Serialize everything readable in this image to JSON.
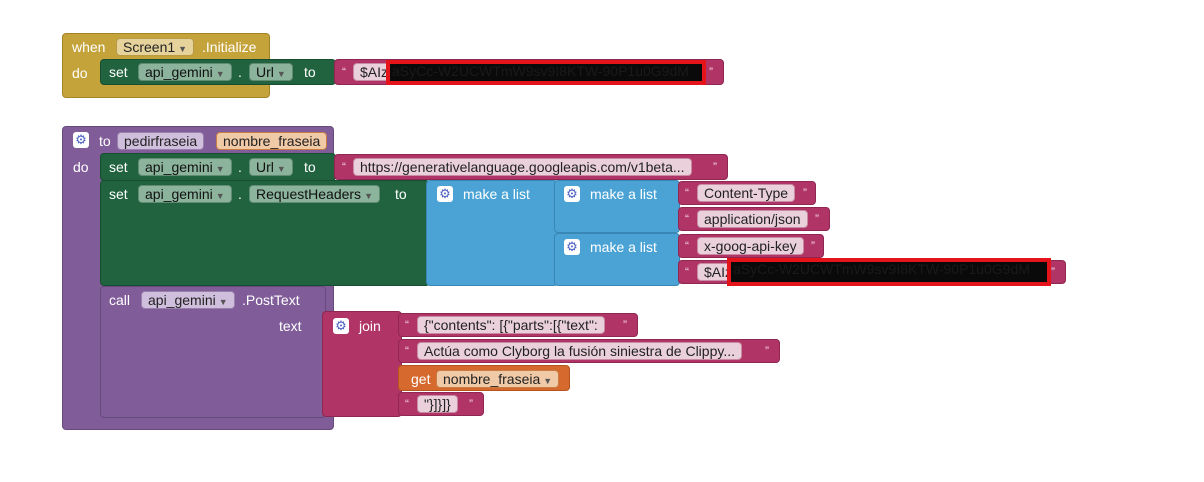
{
  "initialize_event": {
    "when": "when",
    "component": "Screen1",
    "event": ".Initialize",
    "do": "do",
    "set": "set",
    "web_component": "api_gemini",
    "dot": ".",
    "property": "Url",
    "to": "to",
    "api_key_prefix": "$AIz",
    "api_key_redacted": "aSyCc-W2UCWTmW9sv9I8KTW-90P1u0G9dM"
  },
  "procedure": {
    "to": "to",
    "name": "pedirfraseia",
    "param": "nombre_fraseia",
    "do": "do",
    "set_url": {
      "set": "set",
      "component": "api_gemini",
      "dot": ".",
      "property": "Url",
      "to": "to",
      "value": "https://generativelanguage.googleapis.com/v1beta..."
    },
    "set_headers": {
      "set": "set",
      "component": "api_gemini",
      "dot": ".",
      "property": "RequestHeaders",
      "to": "to",
      "make_a_list": "make a list",
      "pair1_key": "Content-Type",
      "pair1_value": "application/json",
      "pair2_key": "x-goog-api-key",
      "pair2_prefix": "$AIz",
      "pair2_redacted": "aSyCc-W2UCWTmW9sv9I8KTW-90P1u0G9dM"
    },
    "call": {
      "call": "call",
      "component": "api_gemini",
      "method": ".PostText",
      "text_label": "text",
      "join": "join",
      "part1": "{\"contents\": [{\"parts\":[{\"text\":",
      "part2": "Actúa como Clyborg la fusión siniestra de Clippy...",
      "get": "get",
      "get_var": "nombre_fraseia",
      "part4": "\"}]}]}"
    }
  },
  "colors": {
    "event": "#c5a33b",
    "procedure": "#805d99",
    "component": "#21633f",
    "list": "#4aa3d4",
    "text": "#b03466",
    "variable": "#d6692e",
    "redaction": "#e5141b"
  }
}
